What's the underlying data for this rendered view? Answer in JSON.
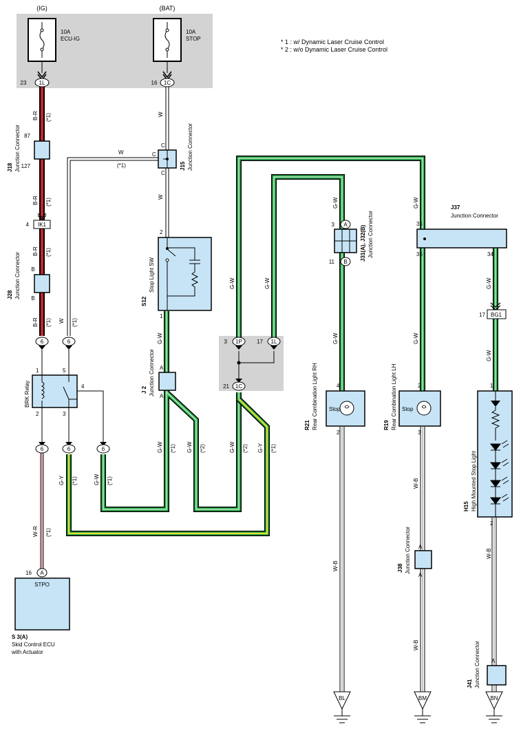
{
  "notes": [
    "* 1 : w/ Dynamic Laser Cruise Control",
    "* 2 : w/o Dynamic Laser Cruise Control"
  ],
  "fuses": {
    "ig": {
      "source": "(IG)",
      "rating": "10A",
      "name": "ECU-IG",
      "pin": "23",
      "conn": "1L"
    },
    "bat": {
      "source": "(BAT)",
      "rating": "10A",
      "name": "STOP",
      "pin": "16",
      "conn": "1C"
    }
  },
  "wires": {
    "br": "B-R",
    "w": "W",
    "gw": "G-W",
    "gy": "G-Y",
    "wr": "W-R",
    "wb": "W-B",
    "star1": "(*1)",
    "star2": "(*2)"
  },
  "components": {
    "j18": {
      "id": "J18",
      "name": "Junction Connector",
      "pin_top": "87",
      "pin_bot": "127"
    },
    "j15": {
      "id": "J15",
      "name": "Junction Connector",
      "pin": "C"
    },
    "ik1": {
      "pin": "4",
      "conn": "IK1"
    },
    "j28": {
      "id": "J28",
      "name": "Junction Connector",
      "pin": "B"
    },
    "s12": {
      "id": "S12",
      "name": "Stop Light SW",
      "pin_top": "2",
      "pin_bot": "1"
    },
    "brk": {
      "name": "BRK Relay",
      "p1": "1",
      "p2": "2",
      "p3": "3",
      "p4": "4",
      "p5": "5"
    },
    "j2": {
      "id": "J 2",
      "name": "Junction Connector",
      "pin": "A"
    },
    "center_box": {
      "p1": "3",
      "c1": "1P",
      "p2": "17",
      "c2": "1L",
      "p3": "21",
      "c3": "1C"
    },
    "j31": {
      "id": "J31(A), J32(B)",
      "name": "Junction Connector",
      "p_top": "3",
      "c_top": "A",
      "p_bot": "11",
      "c_bot": "B"
    },
    "j37": {
      "id": "J37",
      "name": "Junction Connector",
      "p1": "35",
      "p2": "36",
      "p3": "34"
    },
    "bg1": {
      "pin": "17",
      "conn": "BG1"
    },
    "r21": {
      "id": "R21",
      "name": "Rear Combination Light RH",
      "label": "Stop",
      "p_top": "4",
      "p_bot": "2"
    },
    "r19": {
      "id": "R19",
      "name": "Rear Combination Light LH",
      "label": "Stop",
      "p_top": "2",
      "p_bot": "3"
    },
    "h15": {
      "id": "H15",
      "name": "High Mounted Stop Light",
      "p_top": "1",
      "p_bot": "2"
    },
    "j38": {
      "id": "J38",
      "name": "Junction Connector",
      "pin": "A"
    },
    "j41": {
      "id": "J41",
      "name": "Junction Connector",
      "pin": "A"
    },
    "s3": {
      "id": "S 3(A)",
      "name1": "Skid Control ECU",
      "name2": "with Actuator",
      "label": "STPO",
      "pin": "16",
      "conn": "A"
    },
    "conn6": "6"
  },
  "grounds": [
    "BL",
    "BM",
    "BN"
  ]
}
